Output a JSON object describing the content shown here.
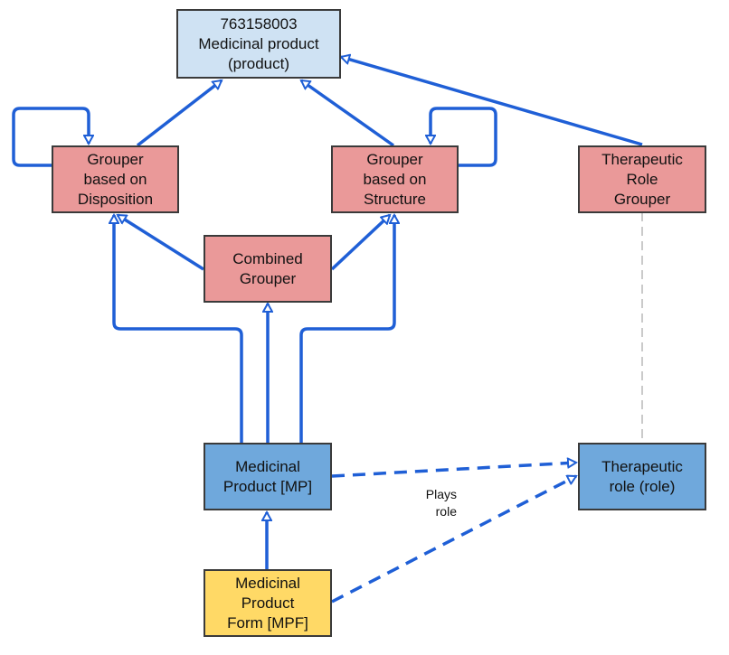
{
  "colors": {
    "edge": "#1f5fd6",
    "dashed_link": "#b8b8b8",
    "border": "#3a3a3a",
    "top_concept": "#cfe2f3",
    "grouper": "#ea9999",
    "medicinal_product": "#6fa8dc",
    "product_form": "#ffd966"
  },
  "nodes": {
    "top": [
      "763158003",
      "Medicinal product",
      "(product)"
    ],
    "disposition": [
      "Grouper",
      "based on",
      "Disposition"
    ],
    "structure": [
      "Grouper",
      "based on",
      "Structure"
    ],
    "therapeutic_grouper": [
      "Therapeutic",
      "Role",
      "Grouper"
    ],
    "combined": [
      "Combined",
      "Grouper"
    ],
    "mp": [
      "Medicinal",
      "Product [MP]"
    ],
    "role": [
      "Therapeutic",
      "role (role)"
    ],
    "mpf": [
      "Medicinal",
      "Product",
      "Form [MPF]"
    ]
  },
  "edge_labels": {
    "plays_role": [
      "Plays",
      "role"
    ]
  }
}
